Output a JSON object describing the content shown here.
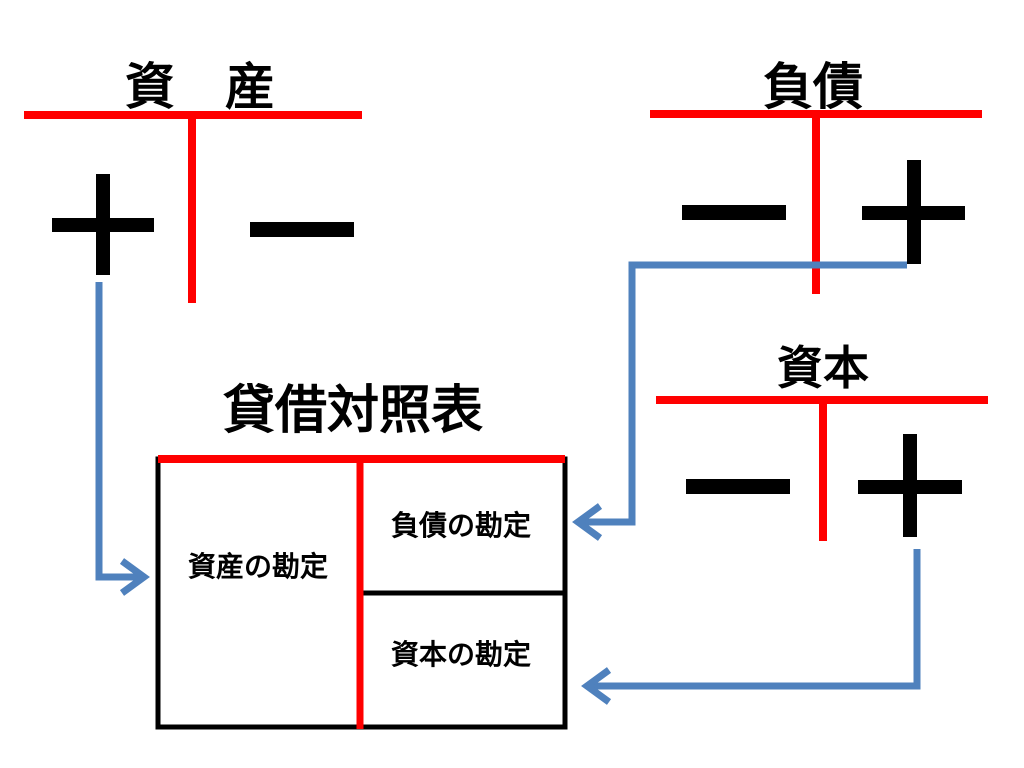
{
  "accounts": {
    "assets": {
      "title": "資　産",
      "left_sign": "+",
      "right_sign": "−"
    },
    "liabilities": {
      "title": "負債",
      "left_sign": "−",
      "right_sign": "+"
    },
    "capital": {
      "title": "資本",
      "left_sign": "−",
      "right_sign": "+"
    }
  },
  "balance_sheet": {
    "title": "貸借対照表",
    "assets_cell": "資産の勘定",
    "liabilities_cell": "負債の勘定",
    "capital_cell": "資本の勘定"
  },
  "colors": {
    "t_account_line": "#ff0000",
    "arrow": "#4f81bd",
    "sign": "#000000",
    "box_border": "#000000"
  }
}
